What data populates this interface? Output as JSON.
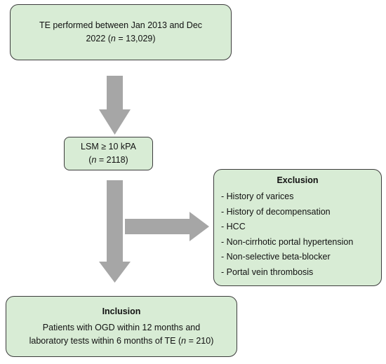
{
  "colors": {
    "box_fill": "#d8ecd5",
    "box_border": "#3c3c3c",
    "arrow_fill": "#a6a6a6"
  },
  "step_te": {
    "line1": "TE performed between Jan 2013 and Dec",
    "line2_prefix": "2022 (",
    "n_symbol": "n",
    "line2_suffix": " = 13,029)"
  },
  "step_lsm": {
    "line1": "LSM ≥ 10 kPA",
    "line2_prefix": "(",
    "n_symbol": "n",
    "line2_suffix": " = 2118)"
  },
  "exclusion": {
    "title": "Exclusion",
    "items": [
      "- History of varices",
      "- History of decompensation",
      "- HCC",
      "- Non-cirrhotic portal hypertension",
      "- Non-selective beta-blocker",
      "- Portal vein thrombosis"
    ]
  },
  "inclusion": {
    "title": "Inclusion",
    "line1": "Patients with OGD within 12 months and",
    "line2_prefix": "laboratory tests within 6 months of TE (",
    "n_symbol": "n",
    "line2_suffix": " = 210)"
  },
  "arrows": [
    {
      "name": "arrow-down-1",
      "icon": "down-arrow-icon"
    },
    {
      "name": "arrow-down-2",
      "icon": "down-arrow-icon"
    },
    {
      "name": "arrow-right",
      "icon": "right-arrow-icon"
    }
  ]
}
